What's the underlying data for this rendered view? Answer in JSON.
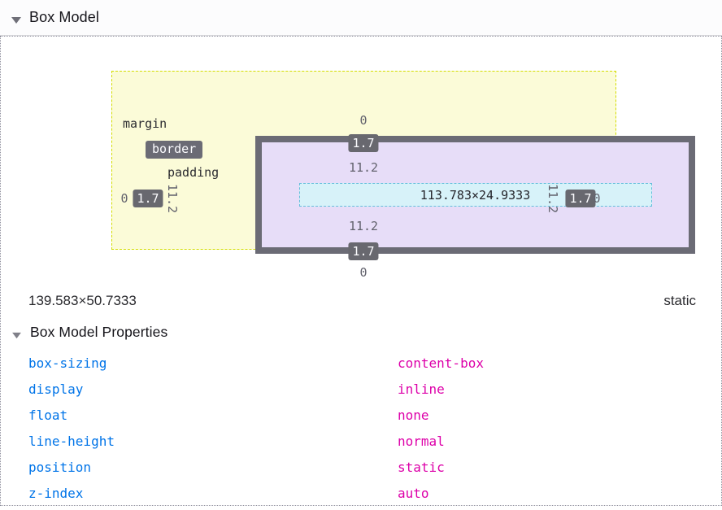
{
  "header": {
    "title": "Box Model"
  },
  "diagram": {
    "labels": {
      "margin": "margin",
      "border": "border",
      "padding": "padding"
    },
    "content_size": "113.783×24.9333",
    "values": {
      "margin": {
        "top": "0",
        "right": "0",
        "bottom": "0",
        "left": "0"
      },
      "border": {
        "top": "1.7",
        "right": "1.7",
        "bottom": "1.7",
        "left": "1.7"
      },
      "padding": {
        "top": "11.2",
        "right": "11.2",
        "bottom": "11.2",
        "left": "11.2"
      }
    }
  },
  "summary": {
    "element_size": "139.583×50.7333",
    "position": "static"
  },
  "properties_section": {
    "title": "Box Model Properties",
    "properties": [
      {
        "name": "box-sizing",
        "value": "content-box"
      },
      {
        "name": "display",
        "value": "inline"
      },
      {
        "name": "float",
        "value": "none"
      },
      {
        "name": "line-height",
        "value": "normal"
      },
      {
        "name": "position",
        "value": "static"
      },
      {
        "name": "z-index",
        "value": "auto"
      }
    ]
  },
  "colors": {
    "margin_fill": "#fbfbd8",
    "margin_dash": "#d3dd00",
    "border_fill": "#6b6b75",
    "padding_fill": "#e7ddf8",
    "content_fill": "#d7f2f9",
    "content_dash": "#66bedb",
    "property_name": "#0074e8",
    "property_value": "#dd00a9"
  }
}
